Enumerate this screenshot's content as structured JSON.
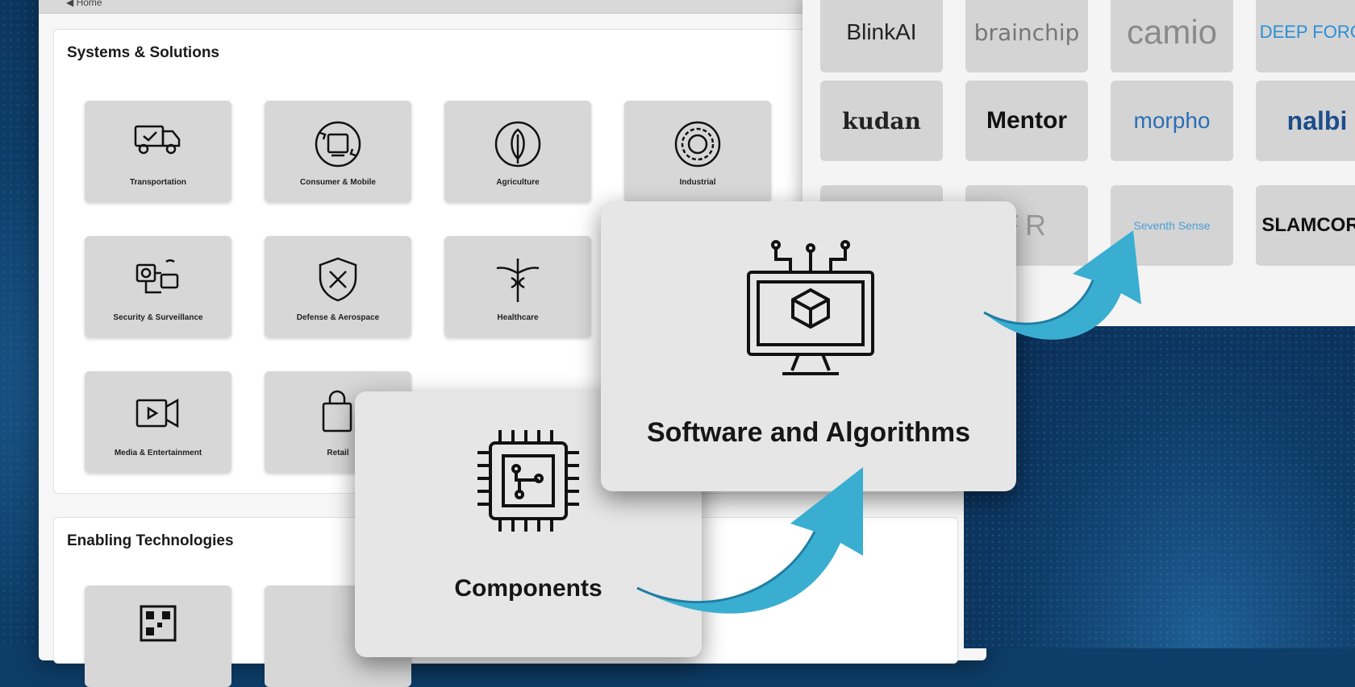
{
  "topbar": {
    "back_label": "Home"
  },
  "systems": {
    "title": "Systems & Solutions",
    "tiles": [
      {
        "label": "Transportation",
        "icon": "truck-icon"
      },
      {
        "label": "Consumer & Mobile",
        "icon": "mobile-cycle-icon"
      },
      {
        "label": "Agriculture",
        "icon": "leaf-icon"
      },
      {
        "label": "Industrial",
        "icon": "gear-icon"
      },
      {
        "label": "Security & Surveillance",
        "icon": "camera-network-icon"
      },
      {
        "label": "Defense & Aerospace",
        "icon": "shield-icon"
      },
      {
        "label": "Healthcare",
        "icon": "caduceus-icon"
      },
      {
        "label": "Media & Entertainment",
        "icon": "video-camera-icon"
      },
      {
        "label": "Retail",
        "icon": "shopping-bag-icon"
      }
    ]
  },
  "enabling": {
    "title": "Enabling Technologies"
  },
  "partners": [
    {
      "name": "BlinkAI"
    },
    {
      "name": "brainchip"
    },
    {
      "name": "camio"
    },
    {
      "name": "DEEP FORCE"
    },
    {
      "name": "kudan"
    },
    {
      "name": "Mentor"
    },
    {
      "name": "morpho"
    },
    {
      "name": "nalbi"
    },
    {
      "name": "FR"
    },
    {
      "name": "Seventh Sense"
    },
    {
      "name": "SLAMCORE"
    }
  ],
  "cards": {
    "software": "Software and Algorithms",
    "components": "Components"
  },
  "colors": {
    "arrow": "#3aaed1",
    "background": "#0d3d68"
  }
}
